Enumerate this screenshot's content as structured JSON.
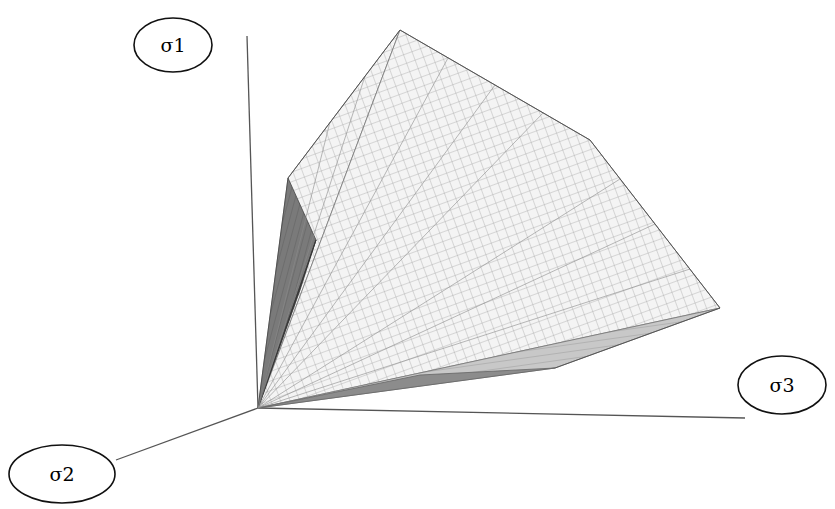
{
  "diagram": {
    "nodes": [
      {
        "text": [
          "σ1"
        ]
      },
      {
        "text": [
          "σ3"
        ]
      },
      {
        "text": [
          "σ2"
        ]
      }
    ]
  }
}
